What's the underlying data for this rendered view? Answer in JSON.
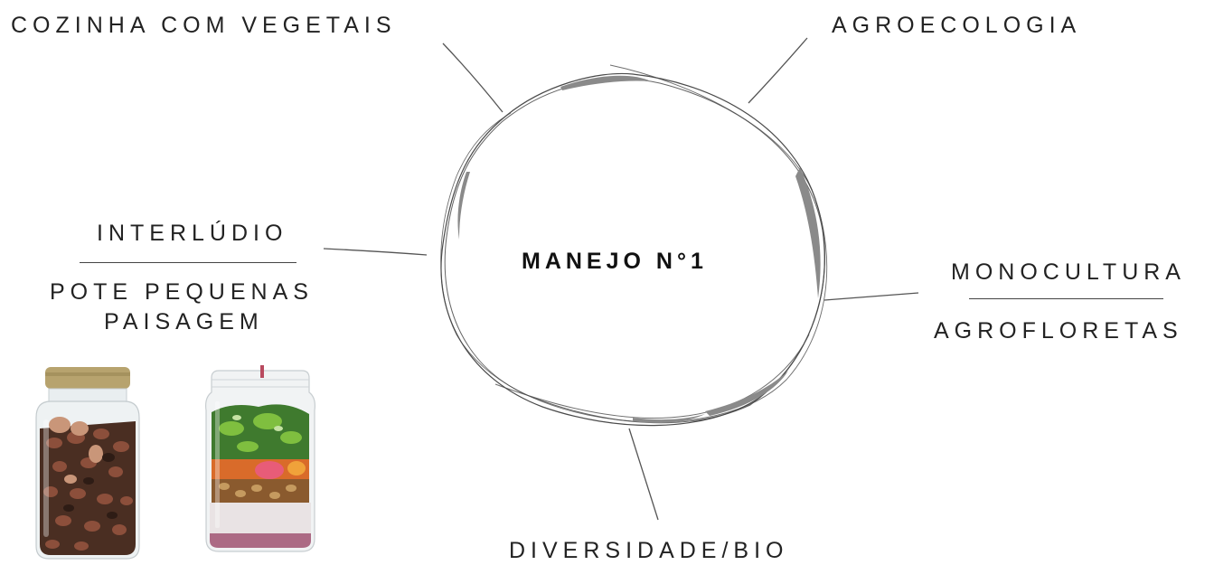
{
  "center": {
    "title": "MANEJO N°1"
  },
  "labels": {
    "top_left": "COZINHA COM VEGETAIS",
    "top_right": "AGROECOLOGIA",
    "left_top": "INTERLÚDIO",
    "left_bottom_line1": "POTE PEQUENAS",
    "left_bottom_line2": "PAISAGEM",
    "right_top": "MONOCULTURA",
    "right_bottom": "AGROFLORETAS",
    "bottom": "DIVERSIDADE/BIO"
  },
  "colors": {
    "text": "#222222",
    "stroke": "#555555",
    "thick_stroke": "#8a8a8a"
  },
  "images": [
    {
      "name": "jar-with-beans",
      "description_icon": "bean-jar-icon"
    },
    {
      "name": "jar-with-salad-layers",
      "description_icon": "salad-jar-icon"
    }
  ]
}
